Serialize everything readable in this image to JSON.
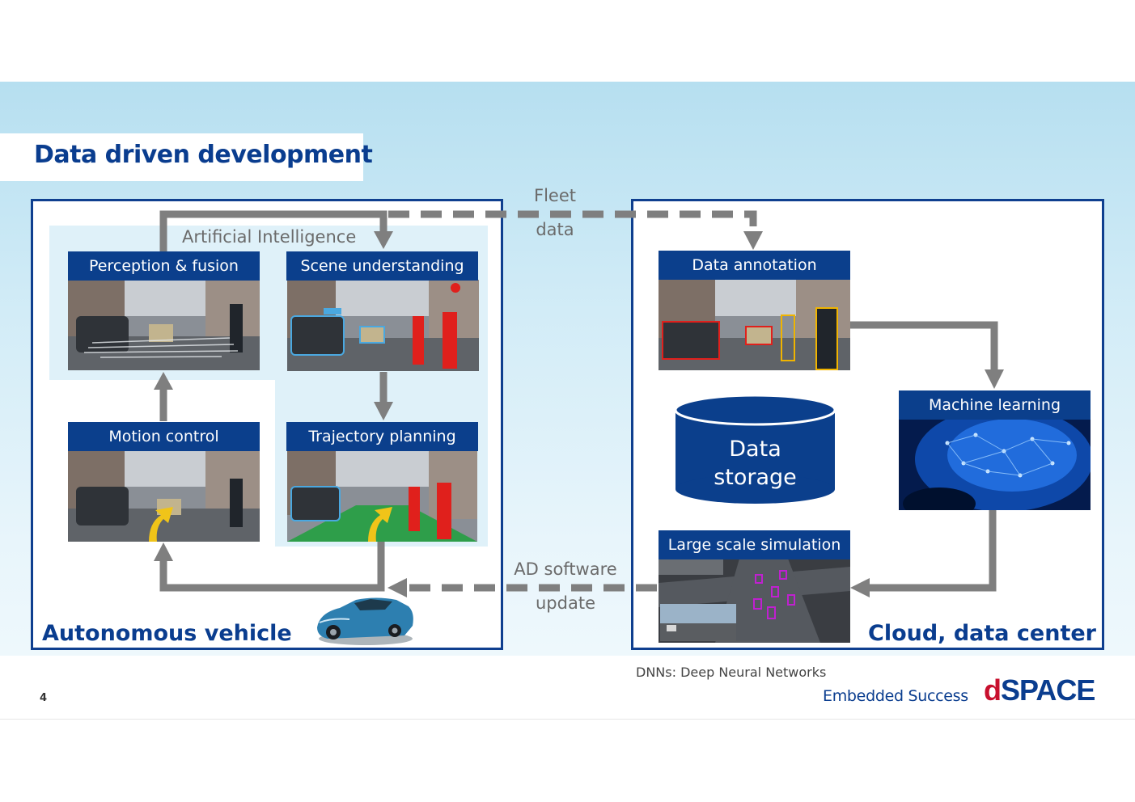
{
  "slide": {
    "title": "Data driven development",
    "page_number": "4",
    "footnote": "DNNs: Deep Neural Networks",
    "tagline": "Embedded Success",
    "logo_d": "d",
    "logo_rest": "SPACE"
  },
  "left_panel": {
    "caption": "Autonomous vehicle",
    "ai_label": "Artificial Intelligence",
    "boxes": {
      "perception": "Perception & fusion",
      "scene": "Scene understanding",
      "motion": "Motion control",
      "trajectory": "Trajectory planning"
    }
  },
  "right_panel": {
    "caption": "Cloud, data center",
    "boxes": {
      "annotation": "Data annotation",
      "ml": "Machine learning",
      "simulation": "Large scale simulation"
    },
    "storage_line1": "Data",
    "storage_line2": "storage"
  },
  "flows": {
    "fleet_line1": "Fleet",
    "fleet_line2": "data",
    "ad_line1": "AD software",
    "ad_line2": "update"
  },
  "colors": {
    "brand_blue": "#0b3f8c",
    "arrow_gray": "#7f7f7f",
    "logo_red": "#c8102e"
  }
}
